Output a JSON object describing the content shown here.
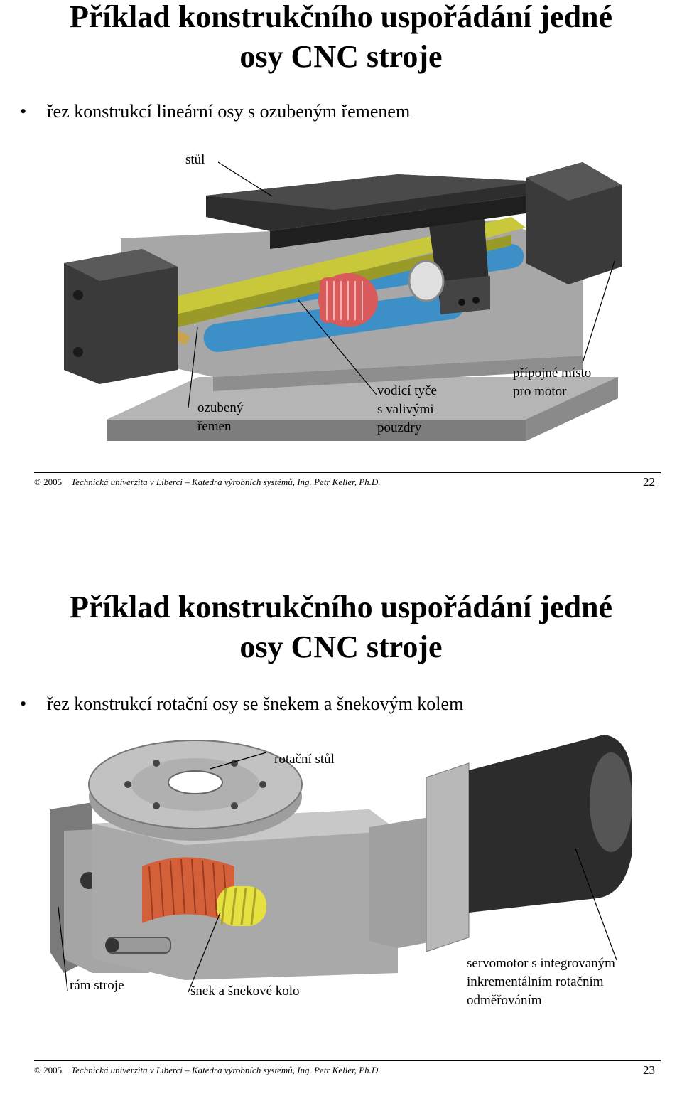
{
  "slides": [
    {
      "title_line1": "Příklad konstrukčního uspořádání jedné",
      "title_line2": "osy CNC stroje",
      "bullet": "řez konstrukcí lineární osy s ozubeným řemenem",
      "labels": {
        "stul": "stůl",
        "belt_1": "ozubený",
        "belt_2": "řemen",
        "rods_1": "vodicí tyče",
        "rods_2": "s valivými",
        "rods_3": "pouzdry",
        "motor_1": "přípojné místo",
        "motor_2": "pro motor"
      },
      "footer": {
        "copyright": "© 2005",
        "text": "Technická univerzita v Liberci – Katedra výrobních systémů, Ing. Petr Keller, Ph.D.",
        "page": "22"
      }
    },
    {
      "title_line1": "Příklad konstrukčního uspořádání jedné",
      "title_line2": "osy CNC stroje",
      "bullet": "řez konstrukcí rotační osy se šnekem a šnekovým kolem",
      "labels": {
        "table": "rotační stůl",
        "frame": "rám stroje",
        "worm": "šnek a šnekové kolo",
        "servo_1": "servomotor s integrovaným",
        "servo_2": "inkrementálním rotačním",
        "servo_3": "odměřováním"
      },
      "footer": {
        "copyright": "© 2005",
        "text": "Technická univerzita v Liberci – Katedra výrobních systémů, Ing. Petr Keller, Ph.D.",
        "page": "23"
      }
    }
  ],
  "bullet_symbol": "•",
  "colors": {
    "housing": "#9a9a9a",
    "dark": "#2a2a2a",
    "belt": "#c8c83a",
    "rod": "#3d8fc7",
    "bushing": "#d85a5a",
    "worm": "#e6e040",
    "gear": "#d4603a"
  }
}
